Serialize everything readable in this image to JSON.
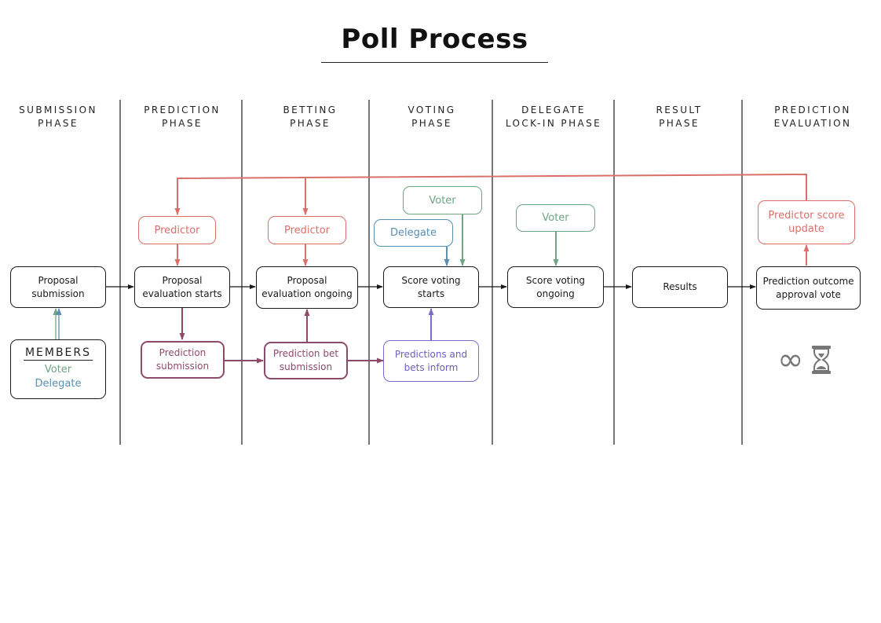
{
  "title": "Poll Process",
  "phases": [
    "SUBMISSION\nPHASE",
    "PREDICTION\nPHASE",
    "BETTING\nPHASE",
    "VOTING\nPHASE",
    "DELEGATE\nLOCK-IN PHASE",
    "RESULT\nPHASE",
    "PREDICTION\nEVALUATION"
  ],
  "process_boxes": {
    "proposal_submission": "Proposal\nsubmission",
    "evaluation_starts": "Proposal\nevaluation starts",
    "evaluation_ongoing": "Proposal\nevaluation ongoing",
    "score_voting_starts": "Score voting\nstarts",
    "score_voting_ongoing": "Score voting\nongoing",
    "results": "Results",
    "outcome_vote": "Prediction outcome\napproval vote"
  },
  "role_boxes": {
    "predictor_1": "Predictor",
    "predictor_2": "Predictor",
    "voter_voting": "Voter",
    "delegate_voting": "Delegate",
    "voter_lockin": "Voter",
    "score_update": "Predictor score\nupdate"
  },
  "sub_boxes": {
    "prediction_submission": "Prediction\nsubmission",
    "prediction_bet_submission": "Prediction bet\nsubmission",
    "predictions_bets_inform": "Predictions and\nbets inform"
  },
  "members": {
    "heading": "MEMBERS",
    "voter": "Voter",
    "delegate": "Delegate"
  },
  "icons": [
    "infinity-icon",
    "hourglass-icon"
  ],
  "colors": {
    "predictor": "#d9706a",
    "submission": "#8e4a6a",
    "voter": "#6fa582",
    "delegate": "#5a8fb2",
    "inform": "#7f6ac9",
    "lanes": "#777777"
  }
}
